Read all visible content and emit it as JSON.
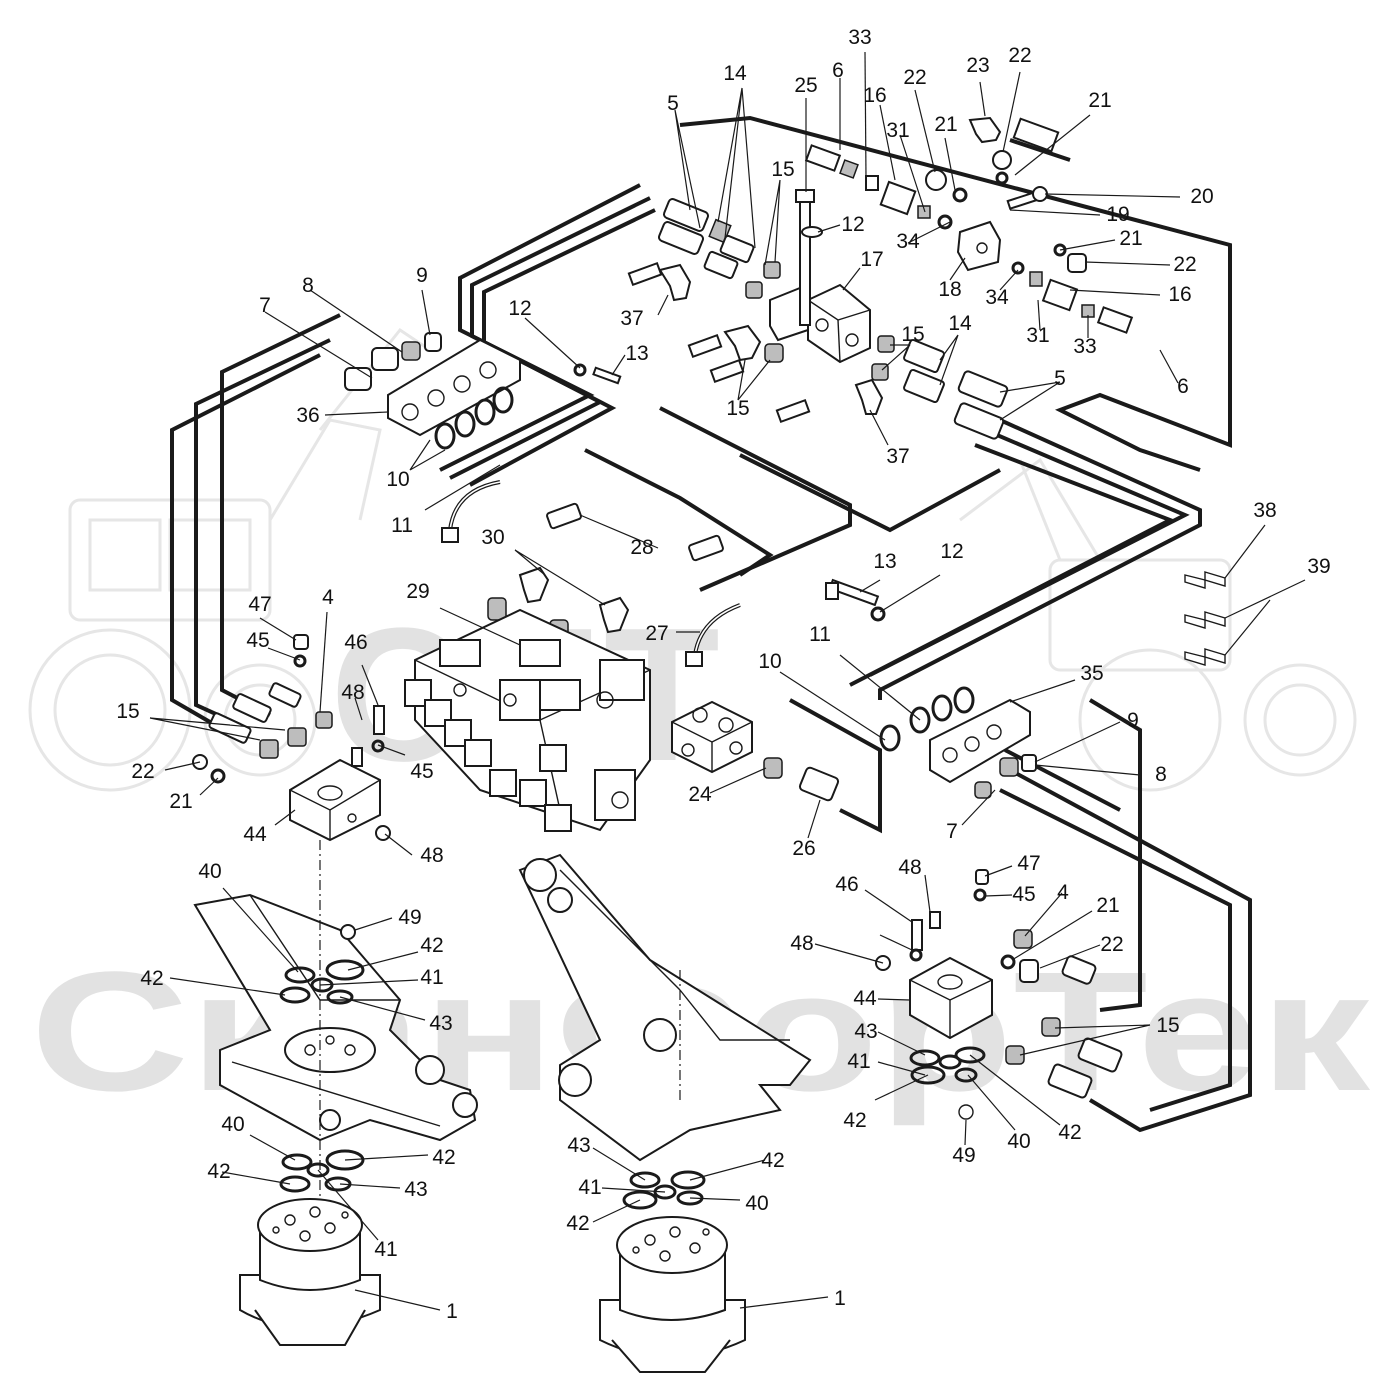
{
  "watermark": {
    "logo_letters": "СПТ",
    "company_name": "СканФорТек",
    "color": "#e2e2e2"
  },
  "callouts": [
    {
      "id": "c1",
      "label": "33"
    },
    {
      "id": "c2",
      "label": "14"
    },
    {
      "id": "c3",
      "label": "25"
    },
    {
      "id": "c4",
      "label": "6"
    },
    {
      "id": "c5",
      "label": "16"
    },
    {
      "id": "c6",
      "label": "22"
    },
    {
      "id": "c7",
      "label": "23"
    },
    {
      "id": "c8",
      "label": "22"
    },
    {
      "id": "c9",
      "label": "21"
    },
    {
      "id": "c10",
      "label": "5"
    },
    {
      "id": "c11",
      "label": "31"
    },
    {
      "id": "c12",
      "label": "21"
    },
    {
      "id": "c13",
      "label": "15"
    },
    {
      "id": "c14",
      "label": "20"
    },
    {
      "id": "c15",
      "label": "12"
    },
    {
      "id": "c16",
      "label": "19"
    },
    {
      "id": "c17",
      "label": "34"
    },
    {
      "id": "c18",
      "label": "17"
    },
    {
      "id": "c19",
      "label": "21"
    },
    {
      "id": "c20",
      "label": "22"
    },
    {
      "id": "c21",
      "label": "18"
    },
    {
      "id": "c22",
      "label": "34"
    },
    {
      "id": "c23",
      "label": "16"
    },
    {
      "id": "c24",
      "label": "9"
    },
    {
      "id": "c25",
      "label": "8"
    },
    {
      "id": "c26",
      "label": "7"
    },
    {
      "id": "c27",
      "label": "12"
    },
    {
      "id": "c28",
      "label": "37"
    },
    {
      "id": "c29",
      "label": "15"
    },
    {
      "id": "c30",
      "label": "14"
    },
    {
      "id": "c31",
      "label": "31"
    },
    {
      "id": "c32",
      "label": "33"
    },
    {
      "id": "c33",
      "label": "13"
    },
    {
      "id": "c34",
      "label": "36"
    },
    {
      "id": "c35",
      "label": "5"
    },
    {
      "id": "c36",
      "label": "6"
    },
    {
      "id": "c37",
      "label": "15"
    },
    {
      "id": "c38",
      "label": "37"
    },
    {
      "id": "c39",
      "label": "10"
    },
    {
      "id": "c40",
      "label": "11"
    },
    {
      "id": "c41",
      "label": "38"
    },
    {
      "id": "c42",
      "label": "30"
    },
    {
      "id": "c43",
      "label": "28"
    },
    {
      "id": "c44",
      "label": "39"
    },
    {
      "id": "c45",
      "label": "13"
    },
    {
      "id": "c46",
      "label": "12"
    },
    {
      "id": "c47",
      "label": "29"
    },
    {
      "id": "c48",
      "label": "47"
    },
    {
      "id": "c49",
      "label": "4"
    },
    {
      "id": "c50",
      "label": "27"
    },
    {
      "id": "c51",
      "label": "45"
    },
    {
      "id": "c52",
      "label": "46"
    },
    {
      "id": "c53",
      "label": "11"
    },
    {
      "id": "c54",
      "label": "10"
    },
    {
      "id": "c55",
      "label": "35"
    },
    {
      "id": "c56",
      "label": "48"
    },
    {
      "id": "c57",
      "label": "15"
    },
    {
      "id": "c58",
      "label": "9"
    },
    {
      "id": "c59",
      "label": "22"
    },
    {
      "id": "c60",
      "label": "45"
    },
    {
      "id": "c61",
      "label": "24"
    },
    {
      "id": "c62",
      "label": "8"
    },
    {
      "id": "c63",
      "label": "21"
    },
    {
      "id": "c64",
      "label": "44"
    },
    {
      "id": "c65",
      "label": "48"
    },
    {
      "id": "c66",
      "label": "7"
    },
    {
      "id": "c67",
      "label": "26"
    },
    {
      "id": "c68",
      "label": "48"
    },
    {
      "id": "c69",
      "label": "47"
    },
    {
      "id": "c70",
      "label": "40"
    },
    {
      "id": "c71",
      "label": "46"
    },
    {
      "id": "c72",
      "label": "45"
    },
    {
      "id": "c73",
      "label": "4"
    },
    {
      "id": "c74",
      "label": "21"
    },
    {
      "id": "c75",
      "label": "49"
    },
    {
      "id": "c76",
      "label": "42"
    },
    {
      "id": "c77",
      "label": "48"
    },
    {
      "id": "c78",
      "label": "22"
    },
    {
      "id": "c79",
      "label": "42"
    },
    {
      "id": "c80",
      "label": "41"
    },
    {
      "id": "c81",
      "label": "43"
    },
    {
      "id": "c82",
      "label": "44"
    },
    {
      "id": "c83",
      "label": "15"
    },
    {
      "id": "c84",
      "label": "43"
    },
    {
      "id": "c85",
      "label": "41"
    },
    {
      "id": "c86",
      "label": "42"
    },
    {
      "id": "c87",
      "label": "40"
    },
    {
      "id": "c88",
      "label": "42"
    },
    {
      "id": "c89",
      "label": "49"
    },
    {
      "id": "c90",
      "label": "40"
    },
    {
      "id": "c91",
      "label": "42"
    },
    {
      "id": "c92",
      "label": "42"
    },
    {
      "id": "c93",
      "label": "43"
    },
    {
      "id": "c94",
      "label": "43"
    },
    {
      "id": "c95",
      "label": "42"
    },
    {
      "id": "c96",
      "label": "41"
    },
    {
      "id": "c97",
      "label": "40"
    },
    {
      "id": "c98",
      "label": "41"
    },
    {
      "id": "c99",
      "label": "42"
    },
    {
      "id": "c100",
      "label": "1"
    },
    {
      "id": "c101",
      "label": "1"
    }
  ]
}
